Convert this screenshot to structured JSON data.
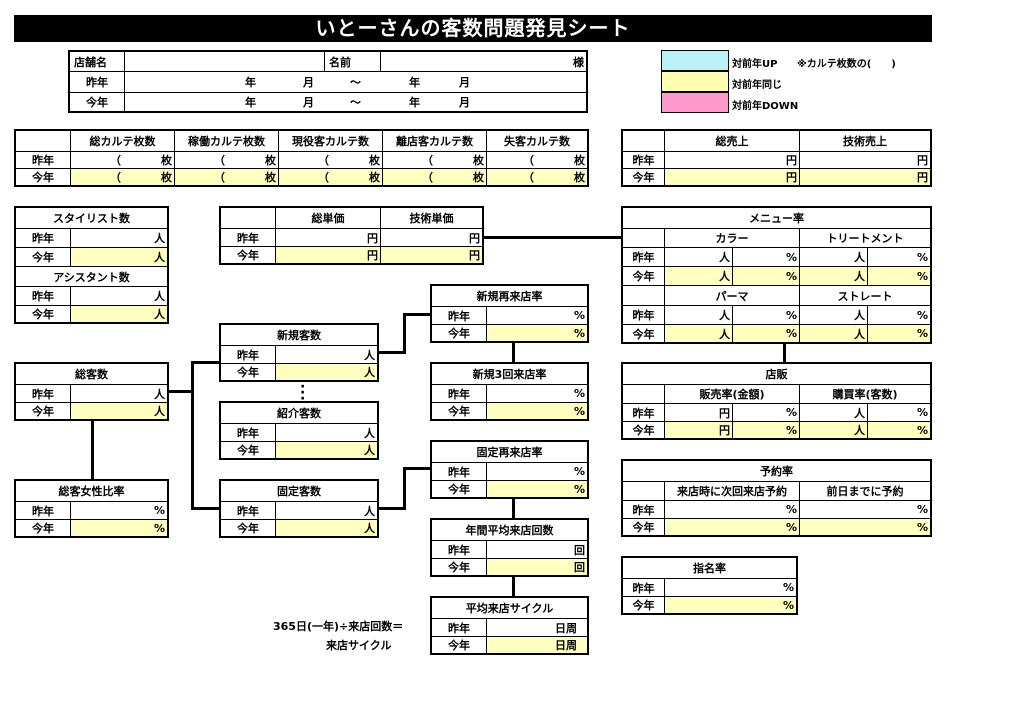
{
  "title": "いとーさんの客数問題発見シート",
  "rows": {
    "last": "昨年",
    "this": "今年"
  },
  "units": {
    "mai": "枚",
    "en": "円",
    "nin": "人",
    "pct": "%",
    "kai": "回",
    "nichishu": "日周",
    "open": "（",
    "year": "年",
    "month": "月",
    "tilde": "〜"
  },
  "header": {
    "store": "店舗名",
    "name": "名前",
    "sama": "様"
  },
  "legend": {
    "up": "対前年UP",
    "note": "※カルテ枚数の(　　)",
    "same": "対前年同じ",
    "down": "対前年DOWN",
    "colors": {
      "up": "#b9f1f4",
      "same": "#ffffb0",
      "down": "#ff99cc"
    }
  },
  "karte": {
    "total": "総カルテ枚数",
    "active": "稼働カルテ枚数",
    "current": "現役客カルテ数",
    "leaving": "離店客カルテ数",
    "lost": "失客カルテ数"
  },
  "sales": {
    "total": "総売上",
    "tech": "技術売上"
  },
  "stylist": "スタイリスト数",
  "assistant": "アシスタント数",
  "unit_price": {
    "total": "総単価",
    "tech": "技術単価"
  },
  "menu": {
    "title": "メニュー率",
    "color": "カラー",
    "treatment": "トリートメント",
    "perm": "パーマ",
    "straight": "ストレート"
  },
  "new_customers": "新規客数",
  "referral": "紹介客数",
  "fixed": "固定客数",
  "total_customers": "総客数",
  "female_ratio": "総客女性比率",
  "new_return": "新規再来店率",
  "new_3rd": "新規3回来店率",
  "fixed_return": "固定再来店率",
  "annual_visits": "年間平均来店回数",
  "avg_cycle": "平均来店サイクル",
  "formula": {
    "line1": "365日(一年)÷来店回数＝",
    "line2": "来店サイクル"
  },
  "retail": {
    "title": "店販",
    "sales_rate": "販売率(金額)",
    "buy_rate": "購買率(客数)"
  },
  "reservation": {
    "title": "予約率",
    "next": "来店時に次回来店予約",
    "prev": "前日までに予約"
  },
  "nomination": "指名率"
}
